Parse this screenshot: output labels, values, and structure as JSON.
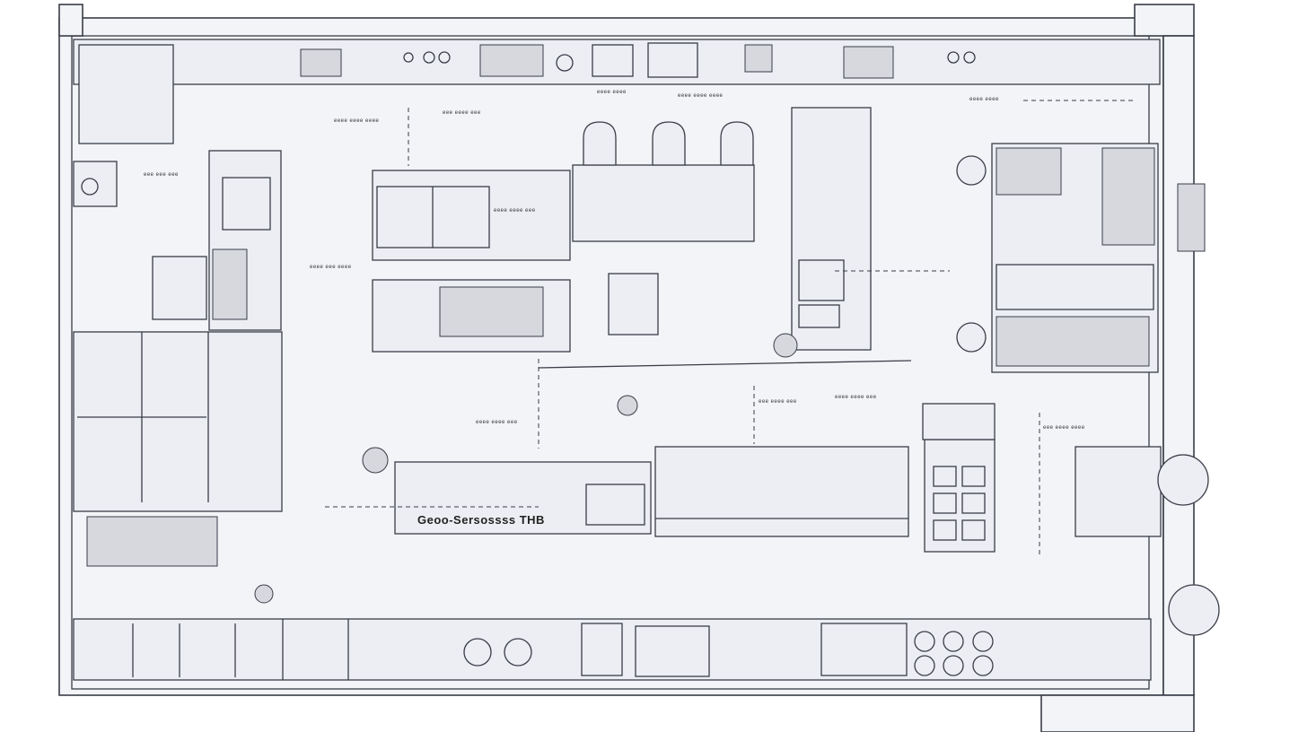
{
  "plan": {
    "title_label": "Geoo-Sersossss THB",
    "small_labels": [
      "eeee eeee eeee",
      "eee eeee eee",
      "eeee eeee",
      "eeee eeee eeee",
      "eeee eeee",
      "eee eee eee",
      "eeee eeee eee",
      "eeee eee eeee",
      "eeee eeee eee",
      "eee eeee eee",
      "eeee eeee eee",
      "eee eeee eeee"
    ]
  }
}
